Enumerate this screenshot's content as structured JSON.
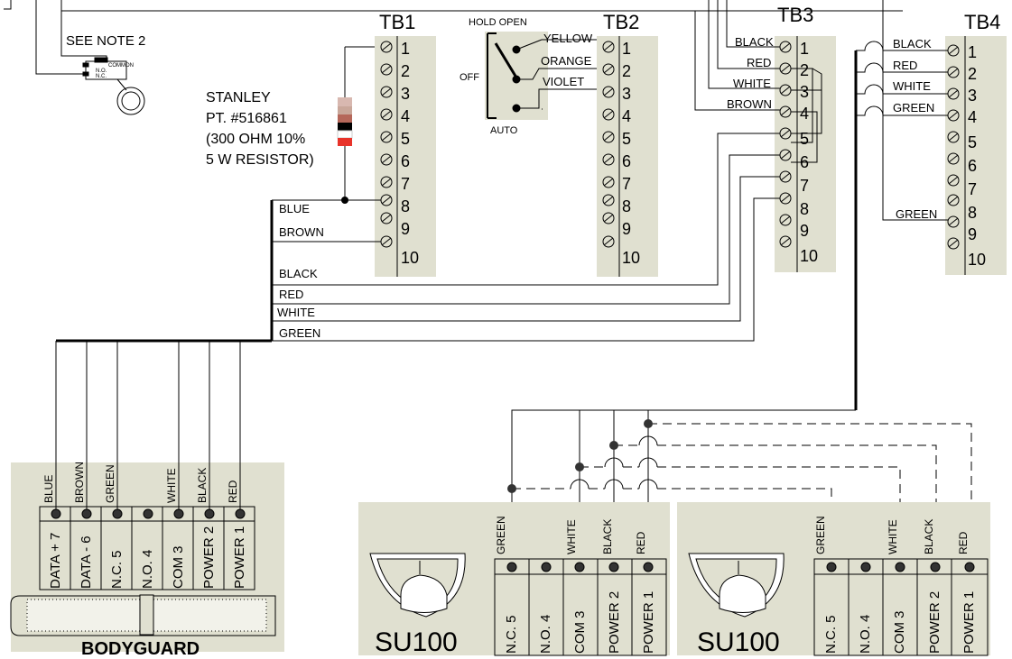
{
  "note": "SEE NOTE 2",
  "switch_contacts": [
    "COMMON",
    "N.O.",
    "N.C."
  ],
  "resistor_label": [
    "STANLEY",
    "PT. #516861",
    "(300 OHM 10%",
    "5 W RESISTOR)"
  ],
  "terminal_blocks": {
    "tb1": {
      "title": "TB1",
      "terminals": [
        "1",
        "2",
        "3",
        "4",
        "5",
        "6",
        "7",
        "8",
        "9",
        "10"
      ]
    },
    "tb2": {
      "title": "TB2",
      "terminals": [
        "1",
        "2",
        "3",
        "4",
        "5",
        "6",
        "7",
        "8",
        "9",
        "10"
      ]
    },
    "tb3": {
      "title": "TB3",
      "terminals": [
        "1",
        "2",
        "3",
        "4",
        "5",
        "6",
        "7",
        "8",
        "9",
        "10"
      ]
    },
    "tb4": {
      "title": "TB4",
      "terminals": [
        "1",
        "2",
        "3",
        "4",
        "5",
        "6",
        "7",
        "8",
        "9",
        "10"
      ]
    }
  },
  "key_switch": {
    "hold_open": "HOLD OPEN",
    "off": "OFF",
    "auto": "AUTO"
  },
  "tb2_wires": [
    "YELLOW",
    "ORANGE",
    "VIOLET"
  ],
  "tb3_wires": [
    "BLACK",
    "RED",
    "WHITE",
    "BROWN"
  ],
  "tb4_wires": [
    "BLACK",
    "RED",
    "WHITE",
    "GREEN",
    "GREEN"
  ],
  "tb1_wires": [
    "BLUE",
    "BROWN"
  ],
  "bus_wires": [
    "BLACK",
    "RED",
    "WHITE",
    "GREEN"
  ],
  "bodyguard": {
    "title": "BODYGUARD",
    "wire_colors": [
      "BLUE",
      "BROWN",
      "GREEN",
      "",
      "WHITE",
      "BLACK",
      "RED"
    ],
    "pins": [
      "DATA + 7",
      "DATA - 6",
      "N.C. 5",
      "N.O. 4",
      "COM 3",
      "POWER 2",
      "POWER 1"
    ]
  },
  "su100_a": {
    "title": "SU100",
    "wire_colors": [
      "GREEN",
      "",
      "WHITE",
      "BLACK",
      "RED"
    ],
    "pins": [
      "N.C. 5",
      "N.O. 4",
      "COM 3",
      "POWER 2",
      "POWER 1"
    ]
  },
  "su100_b": {
    "title": "SU100",
    "wire_colors": [
      "GREEN",
      "",
      "WHITE",
      "BLACK",
      "RED"
    ],
    "pins": [
      "N.C. 5",
      "N.O. 4",
      "COM 3",
      "POWER 2",
      "POWER 1"
    ]
  },
  "colors": {
    "panel": "#e0e0d0",
    "wire": "#000000",
    "resistor_red": "#e8332a"
  }
}
